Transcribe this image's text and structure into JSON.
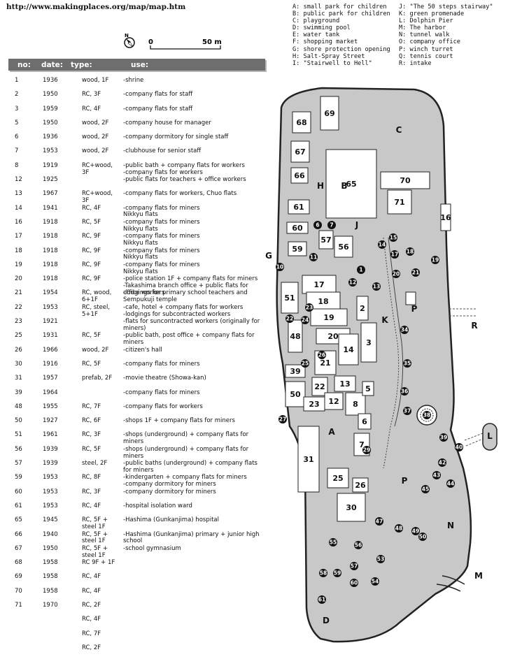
{
  "source_url": "http://www.makingplaces.org/map/map.htm",
  "north_label": "N",
  "scale": {
    "zero": "0",
    "length": "50 m"
  },
  "table": {
    "headers": [
      "no:",
      "date:",
      "type:",
      "use:"
    ],
    "rows": [
      {
        "no": "1",
        "date": "1936",
        "type": "wood, 1F",
        "use": "-shrine"
      },
      {
        "no": "2",
        "date": "1950",
        "type": "RC, 3F",
        "use": "-company flats for staff"
      },
      {
        "no": "3",
        "date": "1959",
        "type": "RC, 4F",
        "use": "-company flats for staff"
      },
      {
        "no": "5",
        "date": "1950",
        "type": "wood, 2F",
        "use": "-company house for manager"
      },
      {
        "no": "6",
        "date": "1936",
        "type": "wood, 2F",
        "use": "-company dormitory for single staff"
      },
      {
        "no": "7",
        "date": "1953",
        "type": "wood, 2F",
        "use": "-clubhouse for senior staff"
      },
      {
        "no": "8",
        "date": "1919",
        "type": "RC+wood, 3F",
        "use": "-public bath + company flats for workers\n-company flats for workers"
      },
      {
        "no": "12",
        "date": "1925",
        "type": "",
        "use": "-public flats for teachers + office workers"
      },
      {
        "no": "13",
        "date": "1967",
        "type": "RC+wood, 3F",
        "use": "-company flats for workers, Chuo flats"
      },
      {
        "no": "14",
        "date": "1941",
        "type": "RC, 4F",
        "use": "-company flats for miners\nNikkyu flats"
      },
      {
        "no": "16",
        "date": "1918",
        "type": "RC, 5F",
        "use": "-company flats for miners\nNikkyu flats"
      },
      {
        "no": "17",
        "date": "1918",
        "type": "RC, 9F",
        "use": "-company flats for miners\nNikkyu flats"
      },
      {
        "no": "18",
        "date": "1918",
        "type": "RC, 9F",
        "use": "-company flats for miners\nNikkyu flats"
      },
      {
        "no": "19",
        "date": "1918",
        "type": "RC, 9F",
        "use": "-company flats for miners\nNikkyu flats"
      },
      {
        "no": "20",
        "date": "1918",
        "type": "RC, 9F",
        "use": "-police station 1F + company flats for miners\n-Takashima branch office + public flats for office workers"
      },
      {
        "no": "21",
        "date": "1954",
        "type": "RC, wood, 6+1F",
        "use": "-lodgings for primary school teachers and Sempukuji temple"
      },
      {
        "no": "22",
        "date": "1953",
        "type": "RC, steel, 5+1F",
        "use": "-cafe, hotel + company flats for workers\n-lodgings for subcontracted workers"
      },
      {
        "no": "23",
        "date": "1921",
        "type": "",
        "use": "-flats for suncontracted workers (originally for miners)"
      },
      {
        "no": "25",
        "date": "1931",
        "type": "RC, 5F",
        "use": "-public bath, post office + company flats for miners"
      },
      {
        "no": "26",
        "date": "1966",
        "type": "wood, 2F",
        "use": "-citizen's hall"
      },
      {
        "no": "30",
        "date": "1916",
        "type": "RC, 5F",
        "use": "-company flats for miners"
      },
      {
        "no": "31",
        "date": "1957",
        "type": "prefab, 2F",
        "use": "-movie theatre (Showa-kan)"
      },
      {
        "no": "39",
        "date": "1964",
        "type": "",
        "use": "-company flats for miners"
      },
      {
        "no": "48",
        "date": "1955",
        "type": "RC, 7F",
        "use": "-company flats for workers"
      },
      {
        "no": "50",
        "date": "1927",
        "type": "RC, 6F",
        "use": "-shops 1F + company flats for miners"
      },
      {
        "no": "51",
        "date": "1961",
        "type": "RC, 3F",
        "use": "-shops (underground) + company flats for miners"
      },
      {
        "no": "56",
        "date": "1939",
        "type": "RC, 5F",
        "use": "-shops (underground) + company flats for miners"
      },
      {
        "no": "57",
        "date": "1939",
        "type": "steel, 2F",
        "use": "-public baths (underground) + company flats for miners"
      },
      {
        "no": "59",
        "date": "1953",
        "type": "RC, 8F",
        "use": "-kindergarten + company flats for miners\n-company dormitory for miners"
      },
      {
        "no": "60",
        "date": "1953",
        "type": "RC, 3F",
        "use": "-company dormitory for miners"
      },
      {
        "no": "61",
        "date": "1953",
        "type": "RC, 4F",
        "use": "-hospital isolation ward"
      },
      {
        "no": "65",
        "date": "1945",
        "type": "RC, 5F + steel 1F",
        "use": "-Hashima (Gunkanjima) hospital"
      },
      {
        "no": "66",
        "date": "1940",
        "type": "RC, 5F + steel 1F",
        "use": "-Hashima (Gunkanjima) primary + junior high school"
      },
      {
        "no": "67",
        "date": "1950",
        "type": "RC, 5F + steel 1F",
        "use": "-school gymnasium"
      },
      {
        "no": "68",
        "date": "1958",
        "type": "RC 9F + 1F",
        "use": ""
      },
      {
        "no": "69",
        "date": "1958",
        "type": "RC, 4F",
        "use": ""
      },
      {
        "no": "70",
        "date": "1958",
        "type": "RC, 4F",
        "use": ""
      },
      {
        "no": "71",
        "date": "1970",
        "type": "RC, 2F",
        "use": ""
      },
      {
        "no": "",
        "date": "",
        "type": "RC, 4F",
        "use": ""
      },
      {
        "no": "",
        "date": "",
        "type": "RC, 7F",
        "use": ""
      },
      {
        "no": "",
        "date": "",
        "type": "RC, 2F",
        "use": ""
      }
    ]
  },
  "legend_left": [
    "A: small park for children",
    "B: public park for children",
    "C: playground",
    "D: swimming pool",
    "E: water tank",
    "F: shopping market",
    "G: shore protection opening",
    "H: Salt-Spray Street",
    "I: \"Stairwell to Hell\""
  ],
  "legend_right": [
    "J: \"The 50 steps stairway\"",
    "K: green promenade",
    "L: Dolphin Pier",
    "M: The harbor",
    "N: tunnel walk",
    "O: company office",
    "P: winch turret",
    "Q: tennis court",
    "R: intake"
  ],
  "map": {
    "colors": {
      "island": "#c8c8c8",
      "building": "#ffffff",
      "outline": "#222222",
      "marker": "#111111"
    },
    "zone_letters": [
      "C",
      "H",
      "B",
      "J",
      "G",
      "K",
      "P",
      "R",
      "A",
      "L",
      "P",
      "N",
      "M",
      "D"
    ],
    "building_numbers": [
      "68",
      "69",
      "67",
      "66",
      "65",
      "70",
      "71",
      "61",
      "60",
      "57",
      "56",
      "59",
      "16",
      "51",
      "17",
      "18",
      "19",
      "20",
      "2",
      "3",
      "14",
      "21",
      "22",
      "48",
      "39",
      "50",
      "23",
      "13",
      "12",
      "8",
      "5",
      "6",
      "7",
      "31",
      "25",
      "26",
      "30"
    ],
    "circle_numbers": [
      "6",
      "7",
      "15",
      "18",
      "17",
      "14",
      "21",
      "20",
      "19",
      "10",
      "11",
      "12",
      "13",
      "1",
      "22",
      "23",
      "24",
      "26",
      "25",
      "34",
      "35",
      "36",
      "37",
      "38",
      "27",
      "29",
      "39",
      "40",
      "42",
      "43",
      "44",
      "45",
      "47",
      "48",
      "49",
      "50",
      "55",
      "56",
      "53",
      "57",
      "54",
      "58",
      "59",
      "60",
      "61"
    ]
  }
}
